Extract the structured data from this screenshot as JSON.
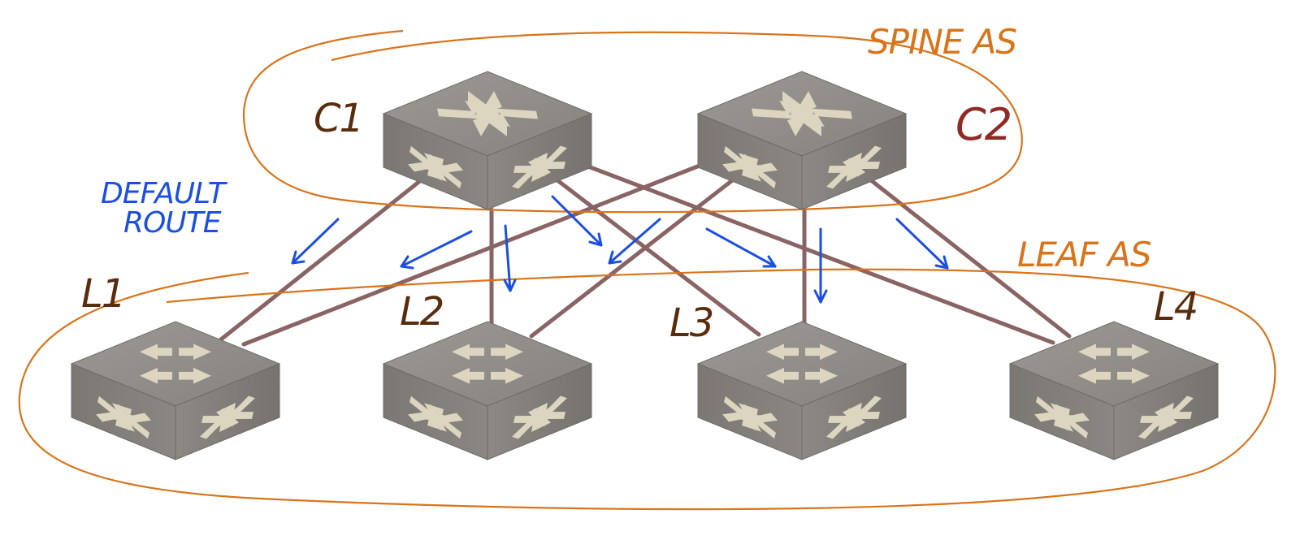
{
  "groups": {
    "spine": "SPINE AS",
    "leaf": "LEAF AS"
  },
  "annotation": {
    "line1": "DEFAULT",
    "line2": "ROUTE"
  },
  "spine_switches": [
    {
      "id": "C1",
      "label": "C1"
    },
    {
      "id": "C2",
      "label": "C2"
    }
  ],
  "leaf_switches": [
    {
      "id": "L1",
      "label": "L1"
    },
    {
      "id": "L2",
      "label": "L2"
    },
    {
      "id": "L3",
      "label": "L3"
    },
    {
      "id": "L4",
      "label": "L4"
    }
  ],
  "links": [
    [
      "C1",
      "L1"
    ],
    [
      "C1",
      "L2"
    ],
    [
      "C1",
      "L3"
    ],
    [
      "C1",
      "L4"
    ],
    [
      "C2",
      "L1"
    ],
    [
      "C2",
      "L2"
    ],
    [
      "C2",
      "L3"
    ],
    [
      "C2",
      "L4"
    ]
  ],
  "colors": {
    "group_outline": "#d8741a",
    "node_label": "#5a2c0e",
    "c2_label": "#8f2a24",
    "default_route": "#1c4fe0",
    "link": "#8a6464",
    "switch_body": "#8d8a86",
    "switch_glyph": "#dcd5bf"
  },
  "icons": {
    "spine": "core-switch-icon",
    "leaf": "leaf-switch-icon"
  }
}
